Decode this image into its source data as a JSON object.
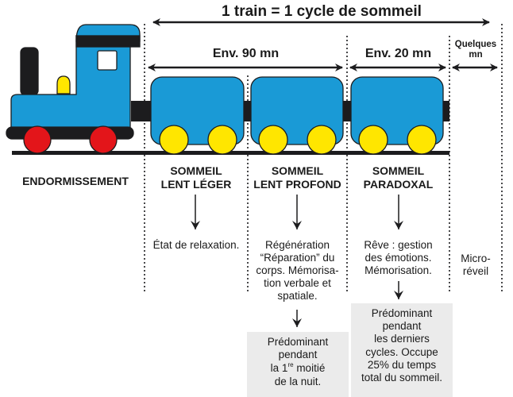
{
  "title": "1 train = 1 cycle de sommeil",
  "durations": {
    "slow_sleep": "Env. 90 mn",
    "rem_sleep": "Env. 20 mn",
    "micro_wake_line1": "Quelques",
    "micro_wake_line2": "mn"
  },
  "phases": [
    {
      "name": "ENDORMISSEMENT"
    },
    {
      "line1": "SOMMEIL",
      "line2": "LENT LÉGER",
      "description": "État de relaxation."
    },
    {
      "line1": "SOMMEIL",
      "line2": "LENT PROFOND",
      "description_lines": [
        "Régénération",
        "“Réparation” du",
        "corps. Mémorisa-",
        "tion verbale et",
        "spatiale."
      ],
      "note_lines": [
        "Prédominant",
        "pendant"
      ],
      "note_line3_prefix": "la 1",
      "note_line3_sup": "re",
      "note_line3_suffix": " moitié",
      "note_line4": "de la nuit."
    },
    {
      "line1": "SOMMEIL",
      "line2": "PARADOXAL",
      "description_lines": [
        "Rêve : gestion",
        "des émotions.",
        "Mémorisation."
      ],
      "note_lines": [
        "Prédominant",
        "pendant",
        "les derniers",
        "cycles. Occupe",
        "25% du temps",
        "total du sommeil."
      ]
    },
    {
      "description_lines": [
        "Micro-",
        "réveil"
      ]
    }
  ],
  "colors": {
    "train_blue": "#1a9ad6",
    "wheel_red": "#e3151a",
    "wheel_yellow": "#ffe600",
    "dark": "#1c1c1e",
    "note_bg": "#ebebeb"
  }
}
